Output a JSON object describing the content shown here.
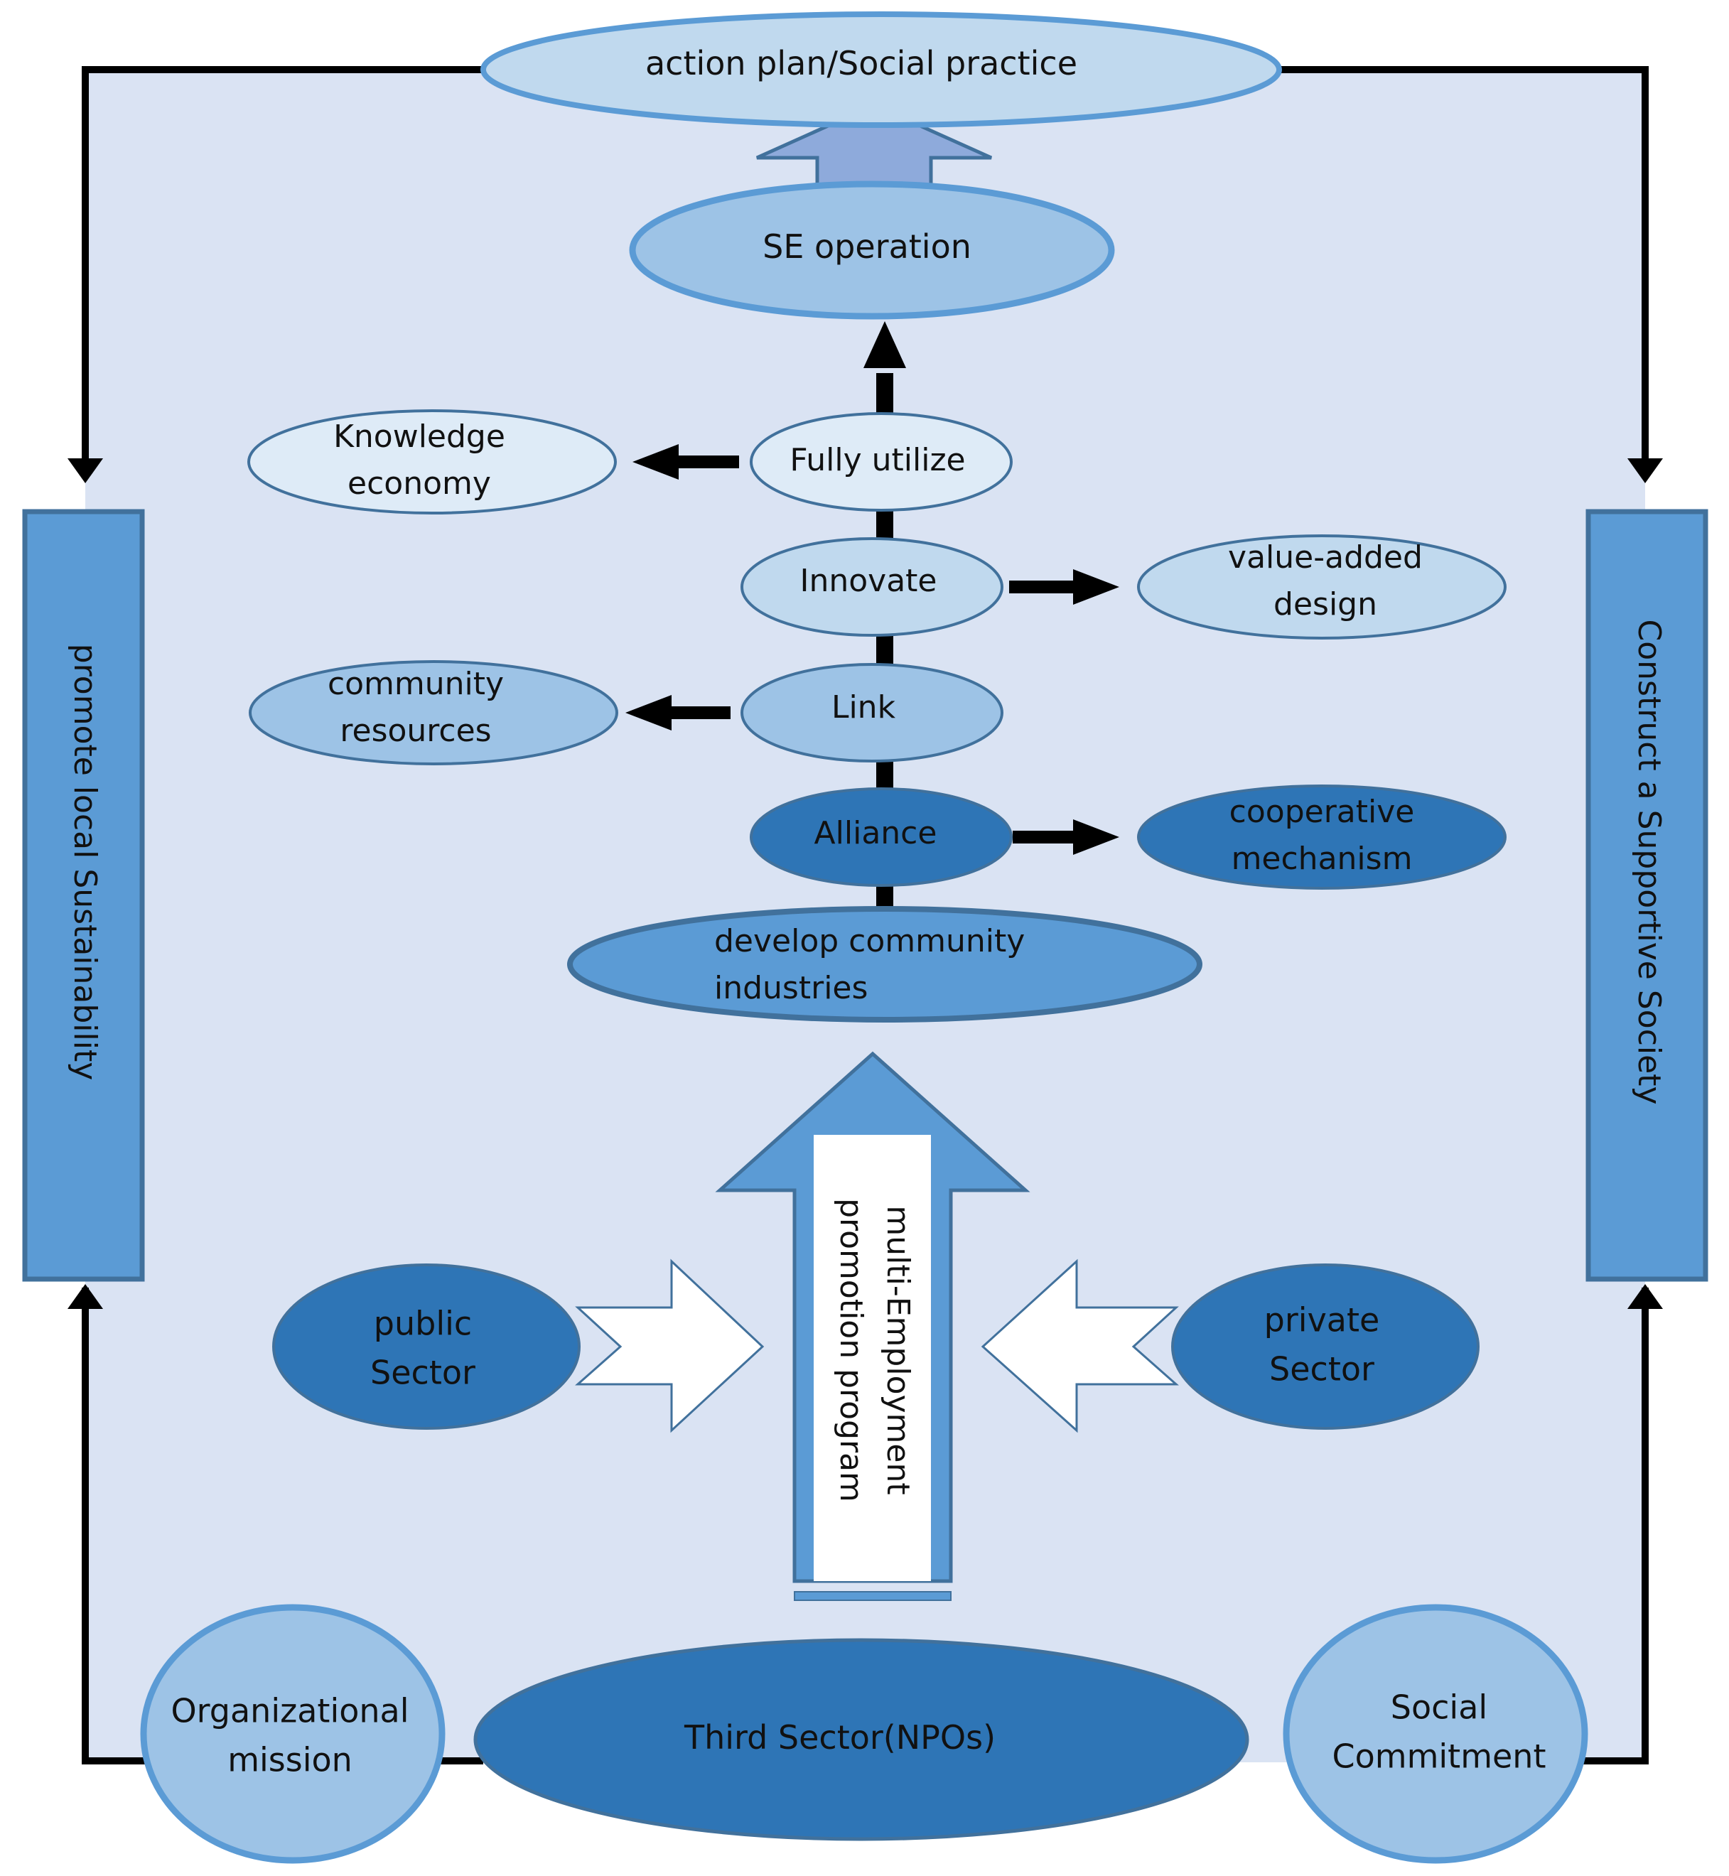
{
  "colors": {
    "background": "#dae3f3",
    "pale_fill": "#c0d9ee",
    "light_fill": "#deebf7",
    "mid_fill": "#9dc3e6",
    "blue_fill": "#5b9bd5",
    "dark_fill": "#2e75b6",
    "stroke": "#41719c",
    "frame": "#000000"
  },
  "nodes": {
    "action_plan": [
      "action plan/Social practice"
    ],
    "se_operation": [
      "SE operation"
    ],
    "fully_utilize": [
      "Fully utilize"
    ],
    "knowledge_economy": [
      "Knowledge",
      "economy"
    ],
    "innovate": [
      "Innovate"
    ],
    "value_added_design": [
      "value-added",
      "design"
    ],
    "link": [
      "Link"
    ],
    "community_resources": [
      "community",
      "resources"
    ],
    "alliance": [
      "Alliance"
    ],
    "cooperative_mechanism": [
      "cooperative",
      "mechanism"
    ],
    "develop_industries": [
      "develop community",
      "industries"
    ],
    "public_sector": [
      "public",
      "Sector"
    ],
    "private_sector": [
      "private",
      "Sector"
    ],
    "organizational_mission": [
      "Organizational",
      "mission"
    ],
    "third_sector": [
      "Third Sector(NPOs)"
    ],
    "social_commitment": [
      "Social",
      "Commitment"
    ]
  },
  "program_arrow": [
    "multi-Employment",
    "promotion program"
  ],
  "left_bar": "promote local Sustainability",
  "right_bar": "Construct a Supportive Society"
}
